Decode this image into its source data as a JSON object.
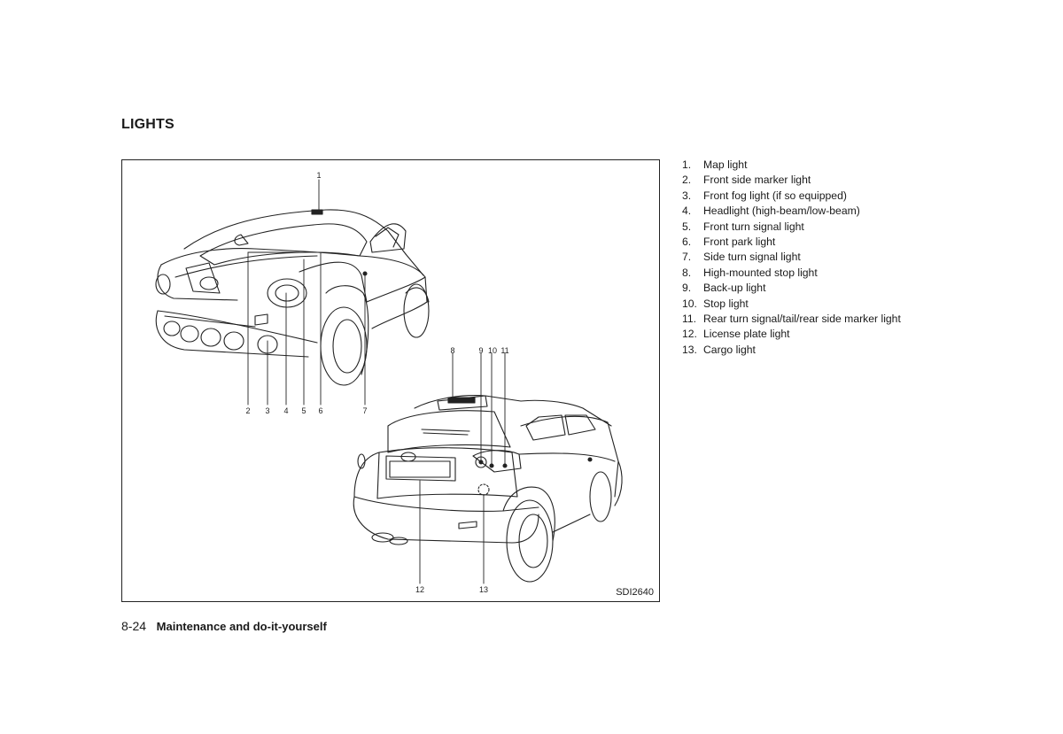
{
  "heading": "LIGHTS",
  "figure": {
    "code": "SDI2640",
    "callouts": {
      "c1": "1",
      "c2": "2",
      "c3": "3",
      "c4": "4",
      "c5": "5",
      "c6": "6",
      "c7": "7",
      "c8": "8",
      "c9": "9",
      "c10": "10",
      "c11": "11",
      "c12": "12",
      "c13": "13"
    }
  },
  "legend": [
    {
      "num": "1.",
      "label": "Map light"
    },
    {
      "num": "2.",
      "label": "Front side marker light"
    },
    {
      "num": "3.",
      "label": "Front fog light (if so equipped)"
    },
    {
      "num": "4.",
      "label": "Headlight (high-beam/low-beam)"
    },
    {
      "num": "5.",
      "label": "Front turn signal light"
    },
    {
      "num": "6.",
      "label": "Front park light"
    },
    {
      "num": "7.",
      "label": "Side turn signal light"
    },
    {
      "num": "8.",
      "label": "High-mounted stop light"
    },
    {
      "num": "9.",
      "label": "Back-up light"
    },
    {
      "num": "10.",
      "label": "Stop light"
    },
    {
      "num": "11.",
      "label": "Rear turn signal/tail/rear side marker light"
    },
    {
      "num": "12.",
      "label": "License plate light"
    },
    {
      "num": "13.",
      "label": "Cargo light"
    }
  ],
  "footer": {
    "page": "8-24",
    "section": "Maintenance and do-it-yourself"
  }
}
